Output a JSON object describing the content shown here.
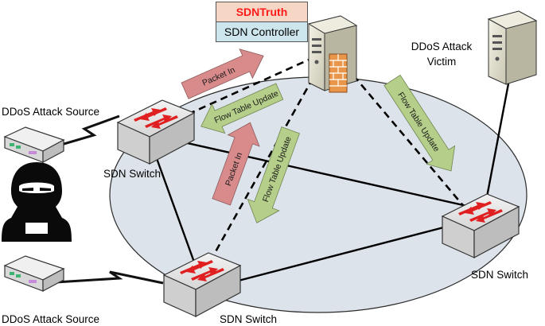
{
  "controller": {
    "name": "SDNTruth",
    "subtitle": "SDN Controller",
    "name_color": "#ff1a1a",
    "name_bg": "#f6d7c6",
    "subtitle_bg": "#cde6ee"
  },
  "victim": {
    "label_line1": "DDoS Attack",
    "label_line2": "Victim"
  },
  "switches": [
    {
      "label": "SDN Switch"
    },
    {
      "label": "SDN Switch"
    },
    {
      "label": "SDN Switch"
    }
  ],
  "attack_sources": [
    {
      "label": "DDoS Attack Source"
    },
    {
      "label": "DDoS Attack Source"
    }
  ],
  "messages": {
    "packet_in_1": "Packet In",
    "flow_update_1": "Flow Table Update",
    "packet_in_2": "Packet In",
    "flow_update_2": "Flow Table Update",
    "flow_update_3": "Flow Table Update"
  },
  "colors": {
    "packet_in_arrow": "#d98b8b",
    "flow_update_arrow": "#b5cf8a",
    "switch_arrow": "#e02020",
    "network_ellipse": "#dde3ea"
  },
  "icons": {
    "controller": "server-icon",
    "victim": "server-icon",
    "switch": "switch-icon",
    "source": "network-device-icon",
    "attacker": "hacker-icon"
  }
}
